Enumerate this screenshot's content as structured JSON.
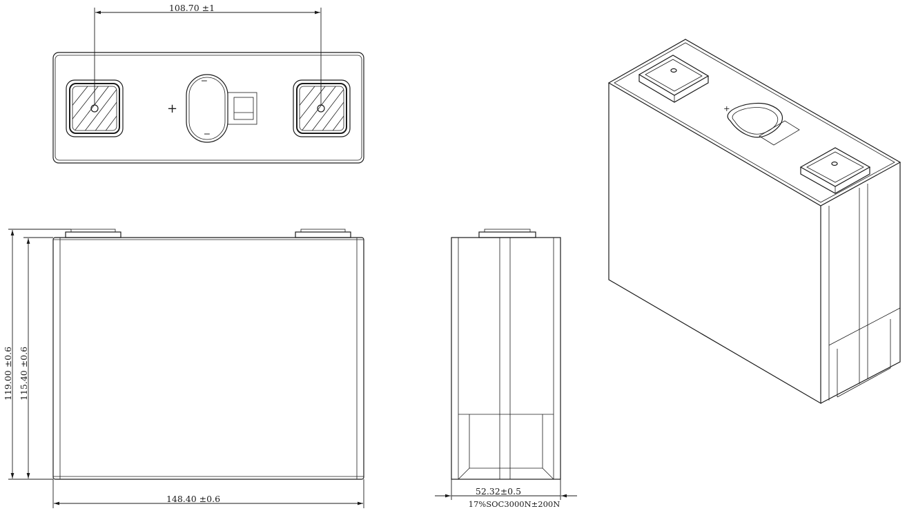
{
  "dimensions": {
    "terminal_pitch": "108.70 ±1",
    "height_total": "119.00 ±0.6",
    "height_body": "115.40 ±0.6",
    "width": "148.40 ±0.6",
    "thickness": "52.32±0.5",
    "thickness_condition": "17%SOC3000N±200N"
  },
  "symbols": {
    "positive": "+",
    "negative_top": "−",
    "negative_bottom": "−"
  }
}
